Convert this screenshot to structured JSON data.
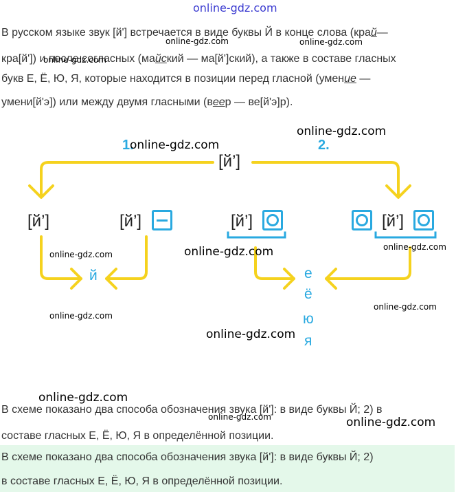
{
  "watermark": "online-gdz.com",
  "intro": {
    "l1a": "В русском языке звук [й'] встречается в виде буквы Й в конце слова (кра",
    "l1u": "й",
    "l1b": "—",
    "l2a": "кра[й']) и после согласных (ма",
    "l2u": "йс",
    "l2b": "кий — ма[й']ский), а также в составе гласных",
    "l3a": "букв Е, Ё, Ю, Я, которые находится в позиции перед гласной (умен",
    "l3u": "ие",
    "l3b": " —",
    "l4a": "умени[й'э]) или между двумя гласными (в",
    "l4u": "ее",
    "l4b": "р — ве[й'э]р)."
  },
  "diagram": {
    "top_sound": "[й’]",
    "num1": "1.",
    "num2": "2.",
    "s_left1": "[й’]",
    "s_left2": "[й’]",
    "s_right1": "[й’]",
    "s_right2": "[й’]",
    "letter_y": "й",
    "vowels": [
      "е",
      "ё",
      "ю",
      "я"
    ],
    "accent": "#f5d21e",
    "blue": "#29a9e0"
  },
  "answer1": {
    "l1": "В схеме показано два способа обозначения звука [й']: в виде буквы Й; 2) в",
    "l2": "составе гласных Е, Ё, Ю, Я в определённой позиции."
  },
  "answer2": {
    "l1": "В схеме показано два способа обозначения звука [й']: в виде буквы Й; 2)",
    "l2": "в составе гласных Е, Ё, Ю, Я в определённой позиции."
  }
}
